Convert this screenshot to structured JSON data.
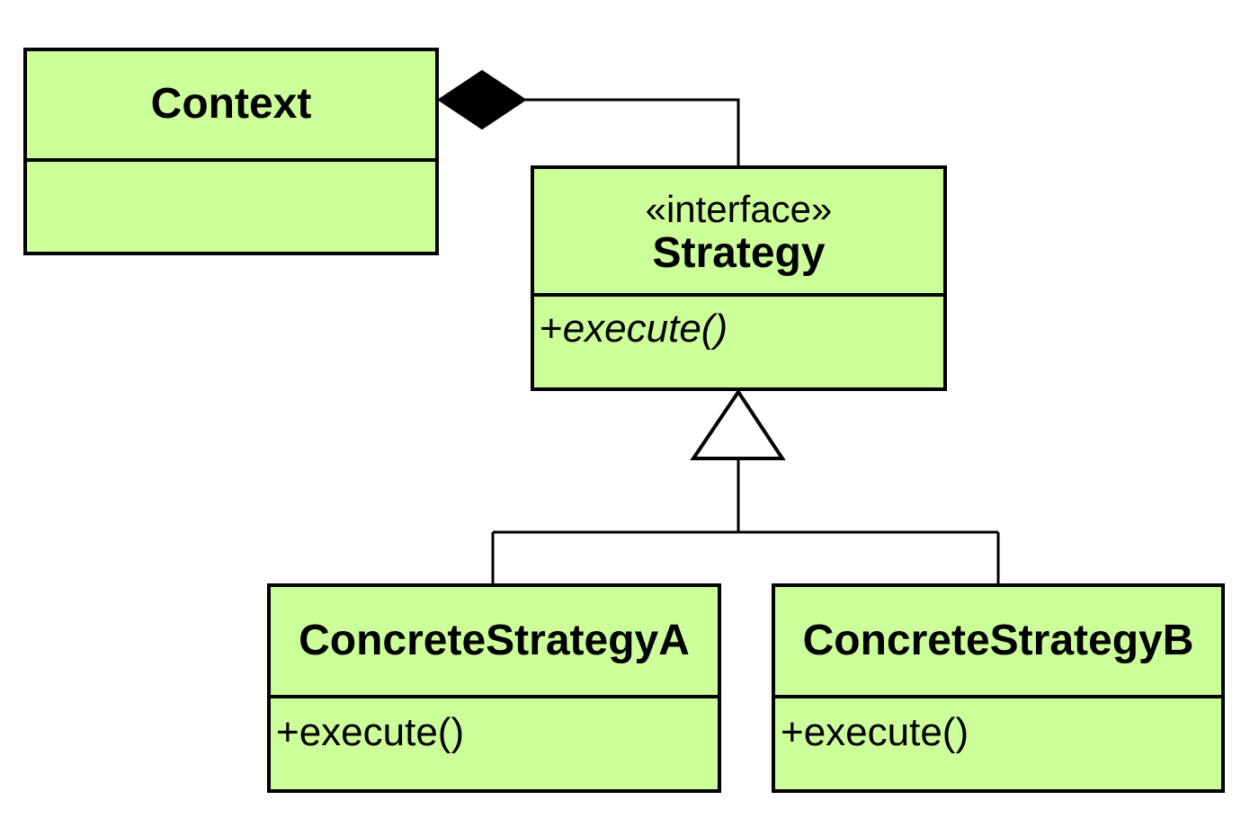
{
  "colors": {
    "class_fill": "#ccff99",
    "line": "#000000",
    "background": "#ffffff"
  },
  "classes": {
    "context": {
      "name": "Context"
    },
    "strategy": {
      "stereotype": "«interface»",
      "name": "Strategy",
      "operation_prefix": "+",
      "operation_name": "execute()"
    },
    "concrete_a": {
      "name": "ConcreteStrategyA",
      "operation": "+execute()"
    },
    "concrete_b": {
      "name": "ConcreteStrategyB",
      "operation": "+execute()"
    }
  },
  "relationships": [
    {
      "type": "composition",
      "from": "Context",
      "to": "Strategy"
    },
    {
      "type": "realization",
      "from": "ConcreteStrategyA",
      "to": "Strategy"
    },
    {
      "type": "realization",
      "from": "ConcreteStrategyB",
      "to": "Strategy"
    }
  ]
}
